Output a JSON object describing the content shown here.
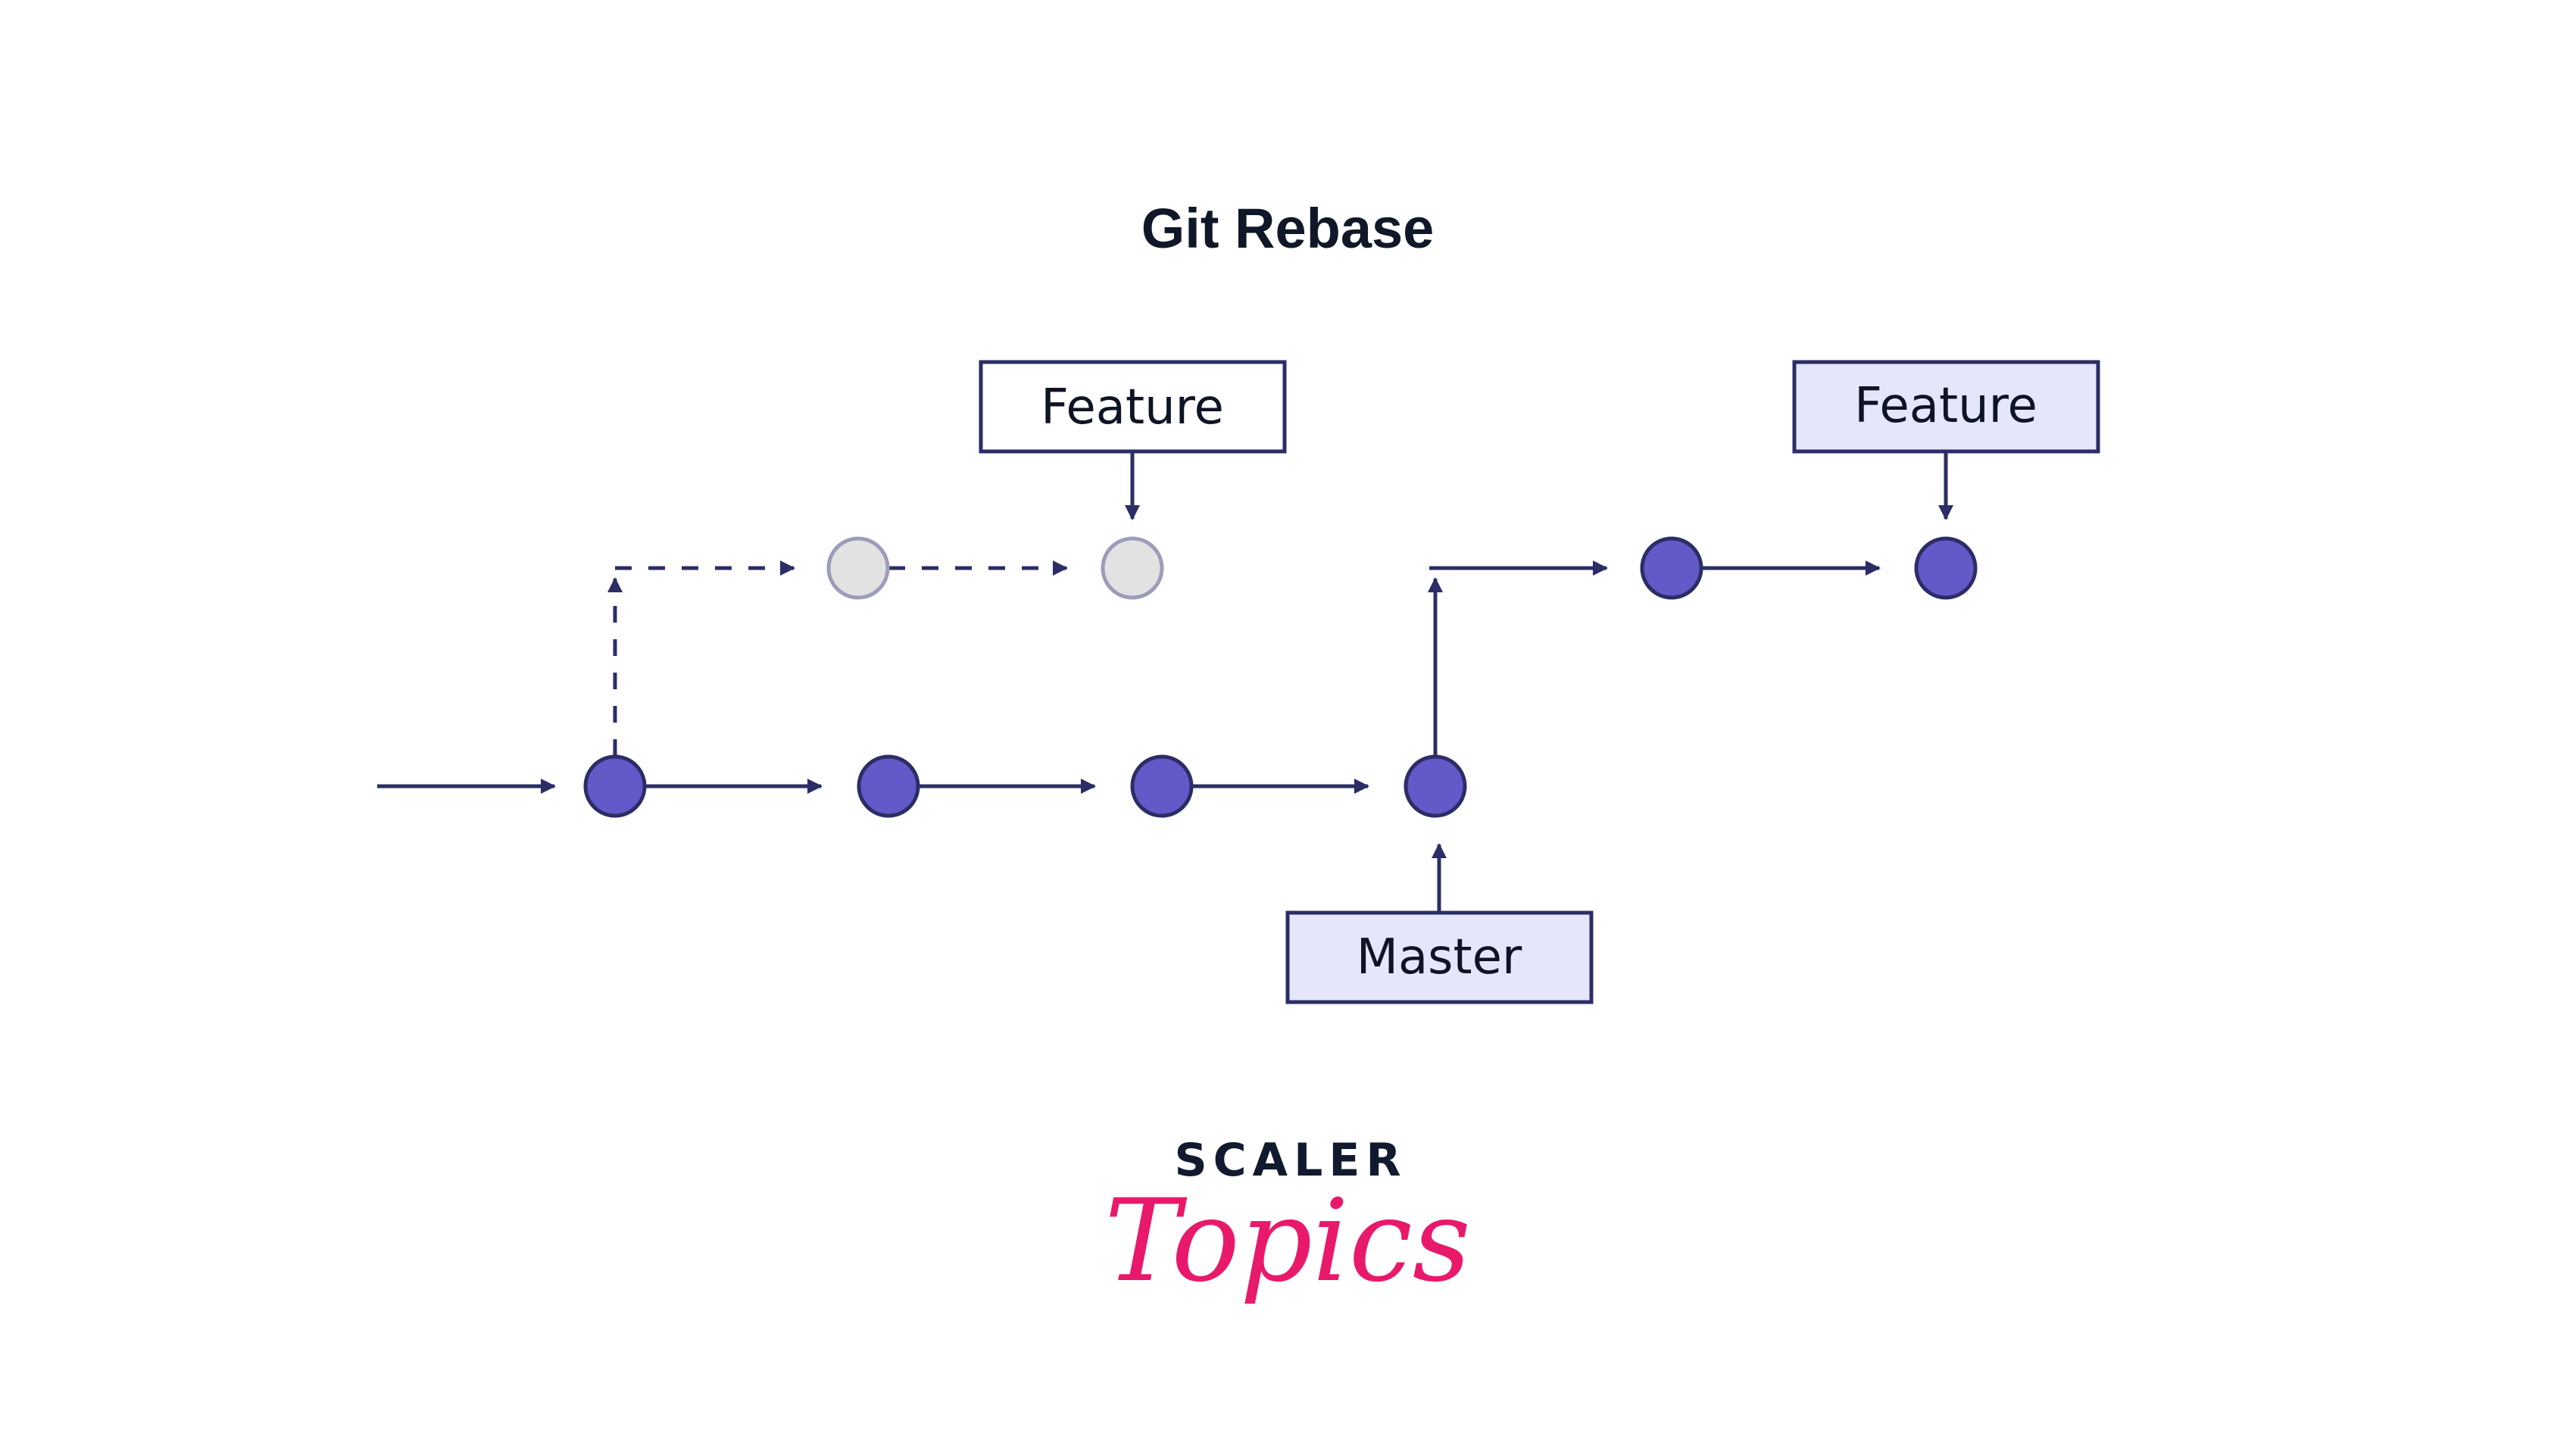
{
  "title": "Git Rebase",
  "labels": {
    "feature_old": "Feature",
    "feature_new": "Feature",
    "master": "Master"
  },
  "brand": {
    "line1": "SCALER",
    "line2": "Topics"
  },
  "colors": {
    "commit_fill": "#6359c8",
    "commit_stroke": "#2c2d66",
    "ghost_fill": "#e2e2e2",
    "ghost_stroke": "#9c9cba",
    "line": "#2c2d66",
    "label_fill_highlight": "#e6e6fb",
    "brand_pink": "#e8196b"
  },
  "commits": {
    "master_row": [
      "commit-1",
      "commit-2",
      "commit-3",
      "commit-4"
    ],
    "original_feature": [
      "ghost-commit-1",
      "ghost-commit-2"
    ],
    "rebased_feature": [
      "rebased-commit-1",
      "rebased-commit-2"
    ]
  }
}
